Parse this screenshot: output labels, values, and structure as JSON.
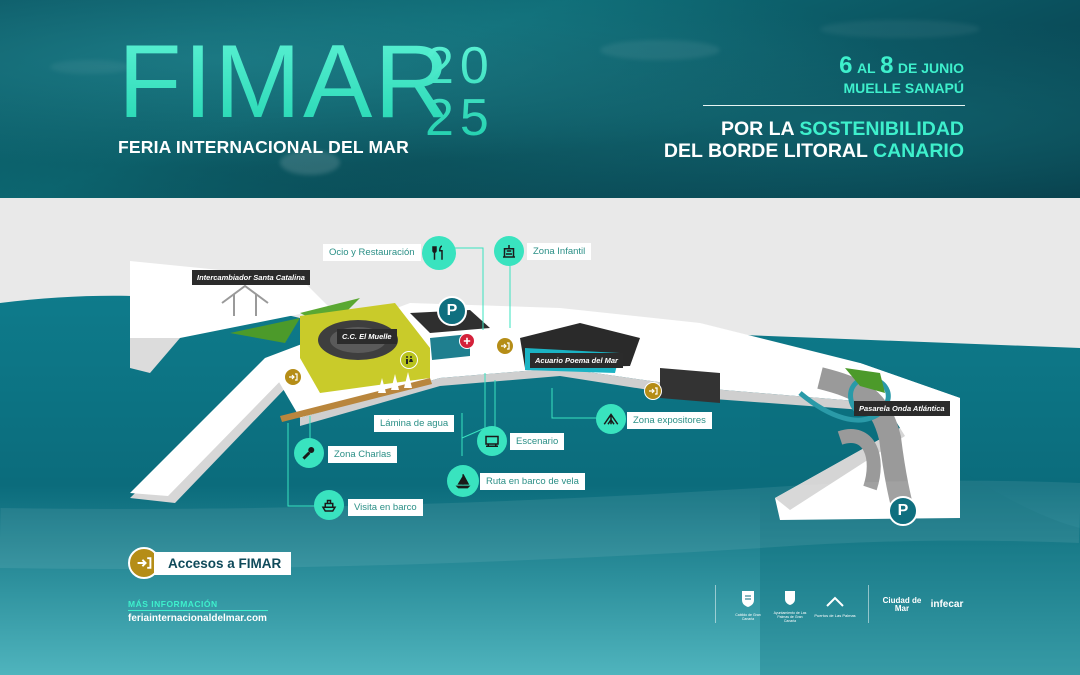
{
  "header": {
    "brand": "FIMAR",
    "year_top": "20",
    "year_bottom": "25",
    "subtitle": "FERIA INTERNACIONAL DEL MAR",
    "date_from": "6",
    "date_sep": "AL",
    "date_to": "8",
    "date_month": "DE JUNIO",
    "venue": "MUELLE SANAPÚ",
    "slogan_l1_a": "POR LA",
    "slogan_l1_b": "SOSTENIBILIDAD",
    "slogan_l2_a": "DEL",
    "slogan_l2_b": "BORDE LITORAL",
    "slogan_l2_c": "CANARIO"
  },
  "map": {
    "dark_labels": {
      "intercambiador": "Intercambiador Santa Catalina",
      "cc_muelle": "C.C. El Muelle",
      "acuario": "Acuario Poema del Mar",
      "pasarela": "Pasarela Onda Atlántica"
    },
    "zones": {
      "ocio": "Ocio y Restauración",
      "infantil": "Zona Infantil",
      "lamina": "Lámina de agua",
      "charlas": "Zona Charlas",
      "escenario": "Escenario",
      "expositores": "Zona expositores",
      "vela": "Ruta en barco de vela",
      "visita": "Visita en barco"
    },
    "parking_symbol": "P",
    "icons": {
      "ocio": "cutlery-icon",
      "infantil": "playground-icon",
      "charlas": "microphone-icon",
      "escenario": "stage-icon",
      "expositores": "tent-icon",
      "vela": "sailboat-icon",
      "visita": "ship-icon",
      "access": "entrance-arrow-icon",
      "first_aid": "first-aid-icon",
      "toilets": "toilets-icon"
    }
  },
  "legend": {
    "access_label": "Accesos a FIMAR"
  },
  "footer": {
    "info_title": "MÁS INFORMACIÓN",
    "url": "feriainternacionaldelmar.com",
    "sponsors": [
      "Cabildo de Gran Canaria",
      "Ayuntamiento de Las Palmas de Gran Canaria",
      "Puertos de Las Palmas",
      "Ciudad de Mar",
      "infecar"
    ]
  },
  "colors": {
    "accent": "#3ef0cc",
    "sea": "#0b6f80",
    "access": "#b58d17",
    "parking": "#0f6f7f"
  }
}
